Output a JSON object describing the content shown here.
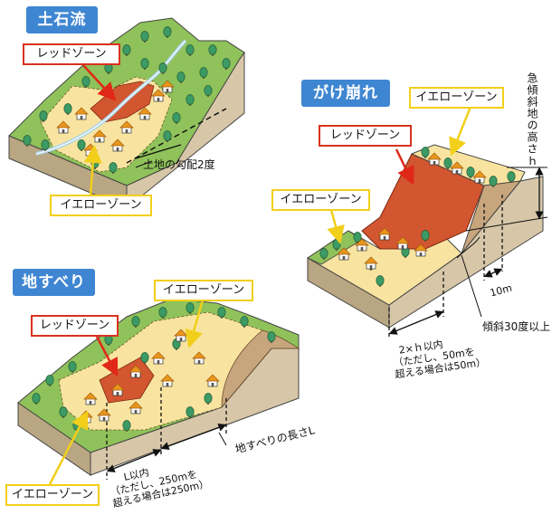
{
  "colors": {
    "header_bg": "#3f86d2",
    "red_zone": "#d2562f",
    "yellow_zone": "#f8e4a0",
    "grass": "#8fc25a",
    "soil_side": "#d7c7a8",
    "soil_front": "#b9a682",
    "tree": "#3c9a64",
    "house_roof": "#e8961d",
    "label_red_border": "#d9321f",
    "label_yellow_border": "#f2cf1a",
    "water": "#d9ecf7"
  },
  "debris_flow": {
    "title": "土石流",
    "red_label": "レッドゾーン",
    "yellow_label": "イエローゾーン",
    "slope_label": "土地の勾配2度"
  },
  "landslide": {
    "title": "地すべり",
    "red_label": "レッドゾーン",
    "yellow_label_top": "イエローゾーン",
    "yellow_label_bottom": "イエローゾーン",
    "length_label": "地すべりの長さL",
    "within_line1": "L以内",
    "within_line2": "（ただし、250mを",
    "within_line3": "超える場合は250m）"
  },
  "cliff": {
    "title": "がけ崩れ",
    "red_label": "レッドゾーン",
    "yellow_label_top": "イエローゾーン",
    "yellow_label_left": "イエローゾーン",
    "height_label": "急傾斜地の高さｈ",
    "ten_m": "10m",
    "angle_label": "傾斜30度以上",
    "within_line1": "2×ｈ以内",
    "within_line2": "（ただし、50mを",
    "within_line3": "超える場合は50m）"
  }
}
